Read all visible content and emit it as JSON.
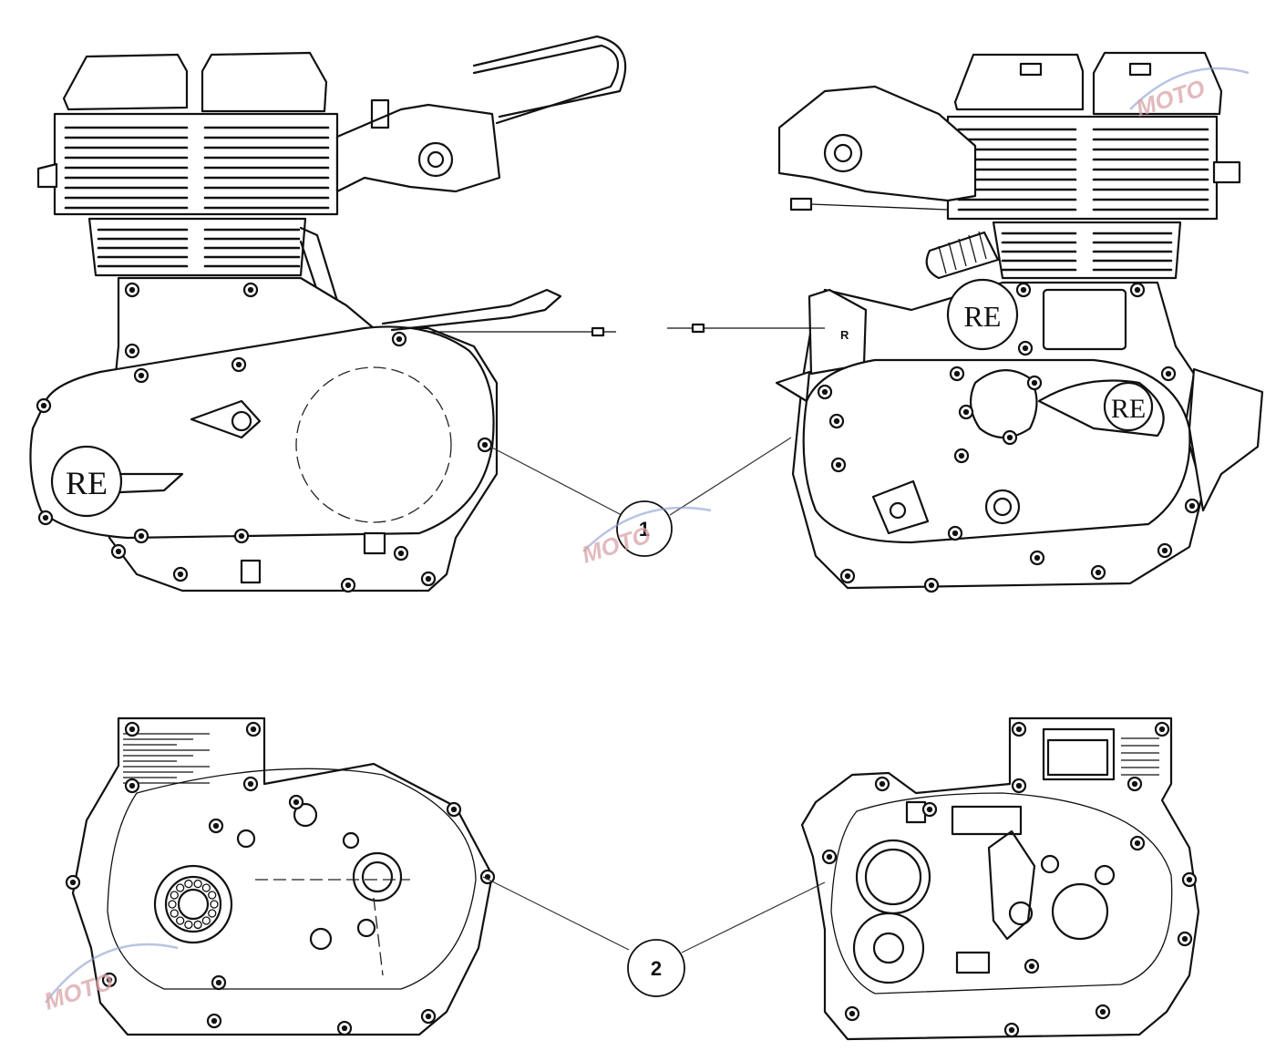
{
  "callouts": [
    {
      "label": "1"
    },
    {
      "label": "2"
    }
  ],
  "marks": {
    "side_letter": "R",
    "cover_logo_left": "RE",
    "cover_logo_right": "RE",
    "magneto_logo": "RE"
  },
  "watermark": "MOTO",
  "colors": {
    "line": "#111111",
    "background": "#ffffff",
    "watermark": "#d9a3a8"
  }
}
